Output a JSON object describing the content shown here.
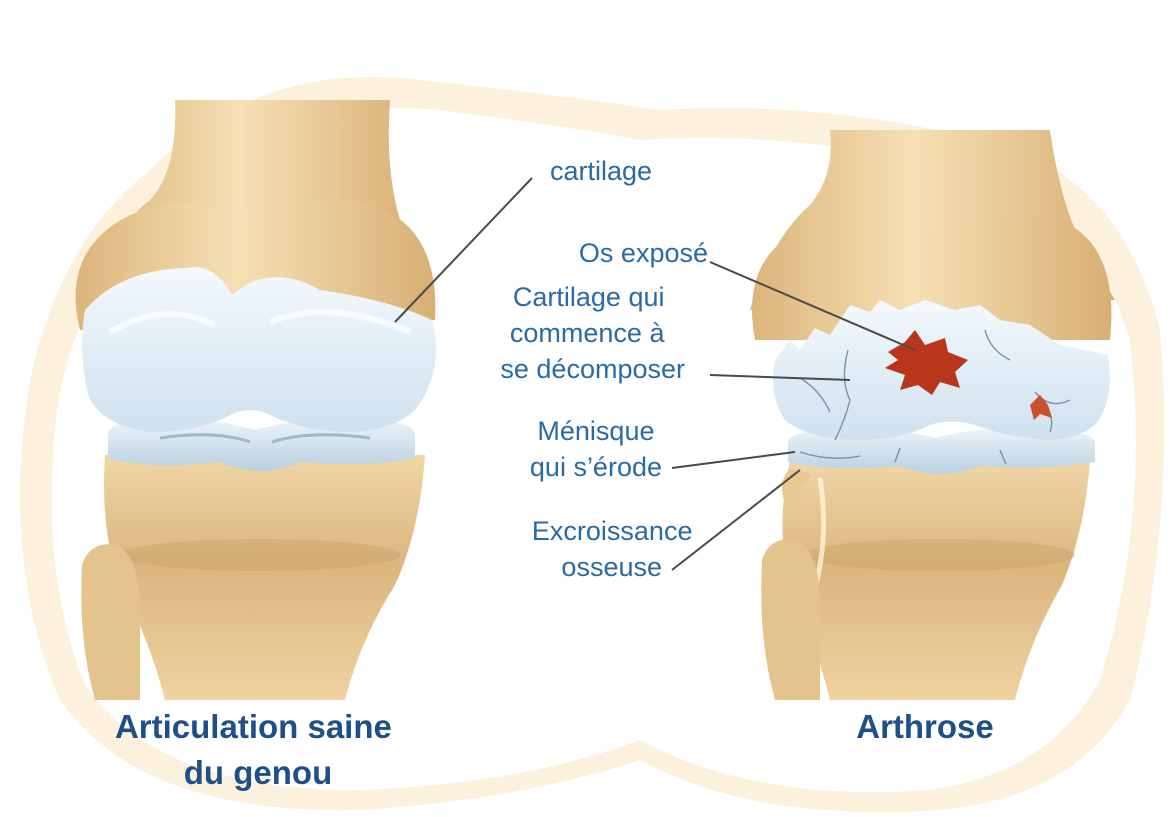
{
  "labels": {
    "cartilage": "cartilage",
    "exposed_bone": "Os exposé",
    "cartilage_breaking": [
      "Cartilage qui",
      "commence à",
      "se décomposer"
    ],
    "meniscus": [
      "Ménisque",
      "qui s’érode"
    ],
    "bone_spur": [
      "Excroissance",
      "osseuse"
    ]
  },
  "captions": {
    "healthy": [
      "Articulation saine",
      "du genou"
    ],
    "arthrosis": "Arthrose"
  },
  "colors": {
    "bone": "#efd3a0",
    "bone_shadow": "#d9b27a",
    "cartilage": "#e4f0f8",
    "meniscus": "#d3e2ee",
    "lesion": "#b8361c",
    "halo": "#fbf1dc",
    "label_text": "#2a6aa6",
    "caption_text": "#1f4f88"
  }
}
